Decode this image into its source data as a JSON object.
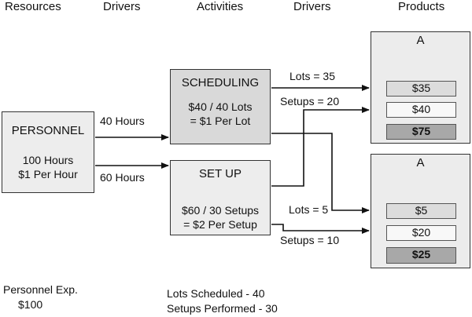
{
  "headers": {
    "resources": "Resources",
    "drivers_1": "Drivers",
    "activities": "Activities",
    "drivers_2": "Drivers",
    "products": "Products"
  },
  "personnel": {
    "title": "PERSONNEL",
    "line1": "100 Hours",
    "line2": "$1 Per Hour"
  },
  "scheduling": {
    "title": "SCHEDULING",
    "line1": "$40 / 40 Lots",
    "line2": "= $1 Per Lot"
  },
  "setup": {
    "title": "SET UP",
    "line1": "$60 / 30 Setups",
    "line2": "= $2 Per Setup"
  },
  "resource_drivers": {
    "to_scheduling": "40 Hours",
    "to_setup": "60 Hours"
  },
  "activity_drivers": {
    "lots_a": "Lots = 35",
    "setups_a": "Setups = 20",
    "lots_b": "Lots = 5",
    "setups_b": "Setups = 10"
  },
  "product_top": {
    "title": "A",
    "lots_value": "$35",
    "setups_value": "$40",
    "total": "$75"
  },
  "product_bottom": {
    "title": "A",
    "lots_value": "$5",
    "setups_value": "$20",
    "total": "$25"
  },
  "notes": {
    "personnel_exp": "Personnel Exp.",
    "personnel_amount": "$100",
    "lots_scheduled": "Lots Scheduled - 40",
    "setups_performed": "Setups Performed - 30"
  }
}
